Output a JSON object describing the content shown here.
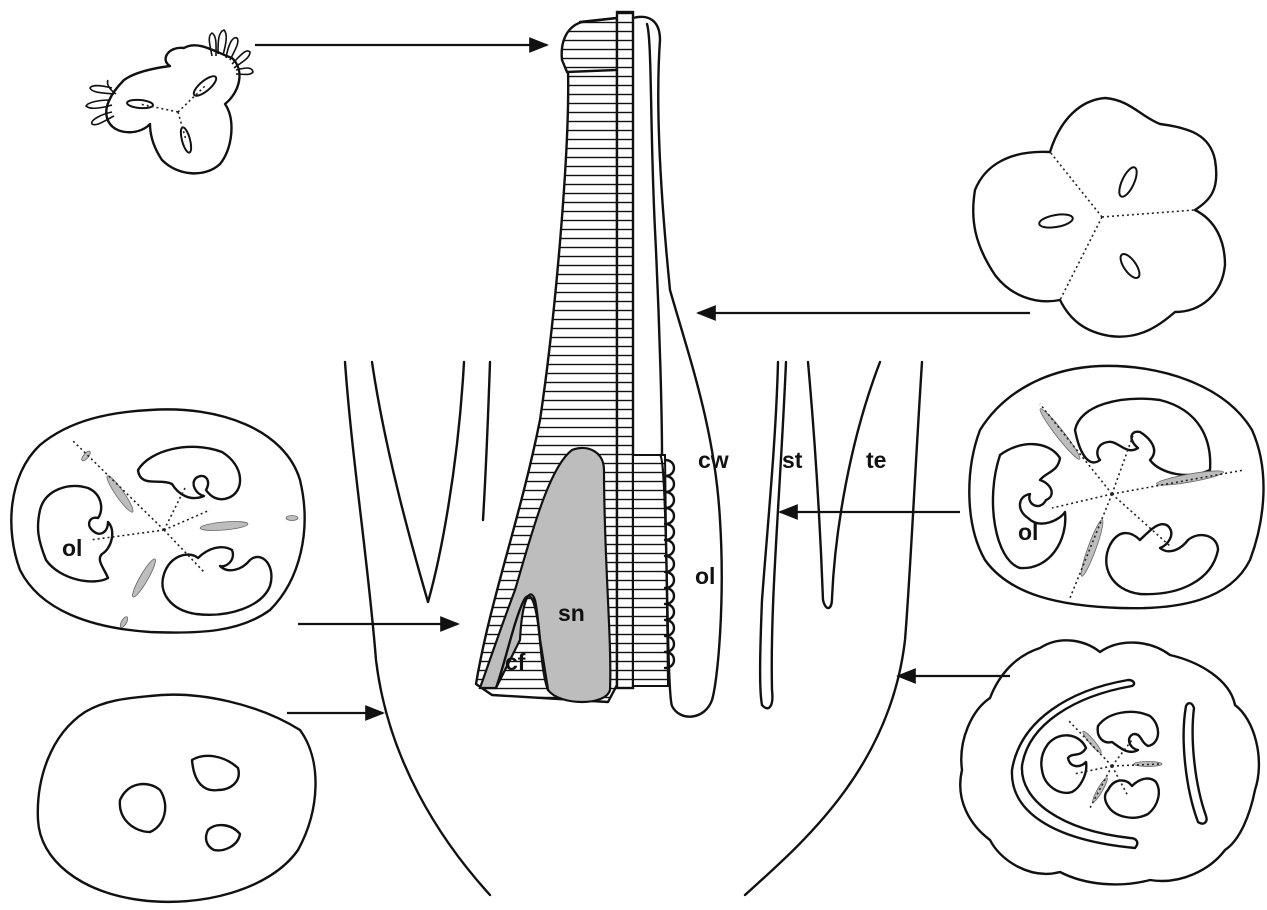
{
  "labels": {
    "cw": "cw",
    "st": "st",
    "te": "te",
    "ol_main": "ol",
    "sn": "sn",
    "cf": "cf",
    "ol_left_section": "ol",
    "ol_right_section": "ol"
  },
  "colors": {
    "line": "#111111",
    "fill_grey": "#bdbdbd",
    "background": "#ffffff"
  }
}
